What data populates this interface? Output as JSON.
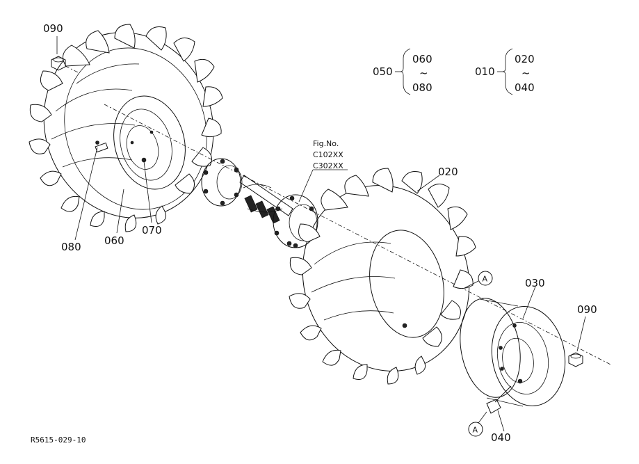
{
  "callouts": {
    "c090_top": "090",
    "c080": "080",
    "c060": "060",
    "c070": "070",
    "c020": "020",
    "c030": "030",
    "c090_right": "090",
    "c040": "040",
    "marker_a": "A"
  },
  "groups": {
    "g050": {
      "parent": "050",
      "from": "060",
      "tilde": "~",
      "to": "080"
    },
    "g010": {
      "parent": "010",
      "from": "020",
      "tilde": "~",
      "to": "040"
    }
  },
  "fig_ref": {
    "title": "Fig.No.",
    "line1": "C102XX",
    "line2": "C302XX"
  },
  "drawing_id": "R5615-029-10"
}
